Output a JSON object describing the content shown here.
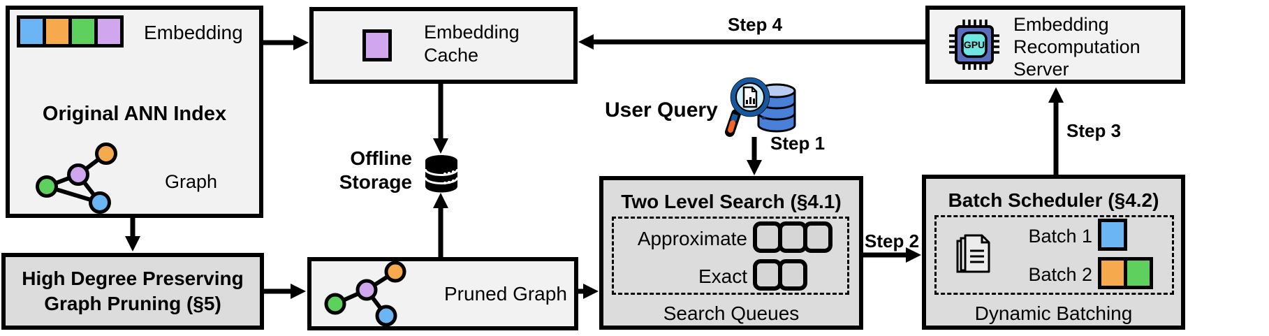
{
  "colors": {
    "box_light": "#f2f2f2",
    "box_dark": "#dcdcdc",
    "outline": "#000000",
    "chip_blue": "#6cb5f5",
    "chip_orange": "#f6a94d",
    "chip_green": "#5ed05e",
    "chip_purple": "#d0a7ef",
    "gpu_body": "#5b6dbd",
    "gpu_core": "#6fe6e2",
    "query_db_body": "#4a80d8",
    "query_db_top": "#b9cdf2",
    "magnifier_rim": "#16599f",
    "magnifier_handle": "#f2662a",
    "magnifier_lens": "#d4f0fa"
  },
  "original_index": {
    "embedding_label": "Embedding",
    "title": "Original ANN Index",
    "graph_label": "Graph"
  },
  "graph_pruning": {
    "line1": "High Degree Preserving",
    "line2": "Graph Pruning (§5)"
  },
  "embedding_cache": {
    "line1": "Embedding",
    "line2": "Cache"
  },
  "offline_storage": {
    "line1": "Offline",
    "line2": "Storage"
  },
  "pruned_graph": {
    "label": "Pruned Graph"
  },
  "user_query": {
    "label": "User Query"
  },
  "steps": {
    "s1": "Step 1",
    "s2": "Step 2",
    "s3": "Step 3",
    "s4": "Step 4"
  },
  "two_level_search": {
    "title": "Two Level Search (§4.1)",
    "approximate_label": "Approximate",
    "exact_label": "Exact",
    "approximate_slots": 3,
    "exact_slots": 2,
    "footer": "Search Queues"
  },
  "batch_scheduler": {
    "title": "Batch Scheduler (§4.2)",
    "batch1_label": "Batch 1",
    "batch2_label": "Batch 2",
    "footer": "Dynamic Batching"
  },
  "server": {
    "line1": "Embedding",
    "line2": "Recomputation",
    "line3": "Server",
    "gpu_label": "GPU"
  }
}
